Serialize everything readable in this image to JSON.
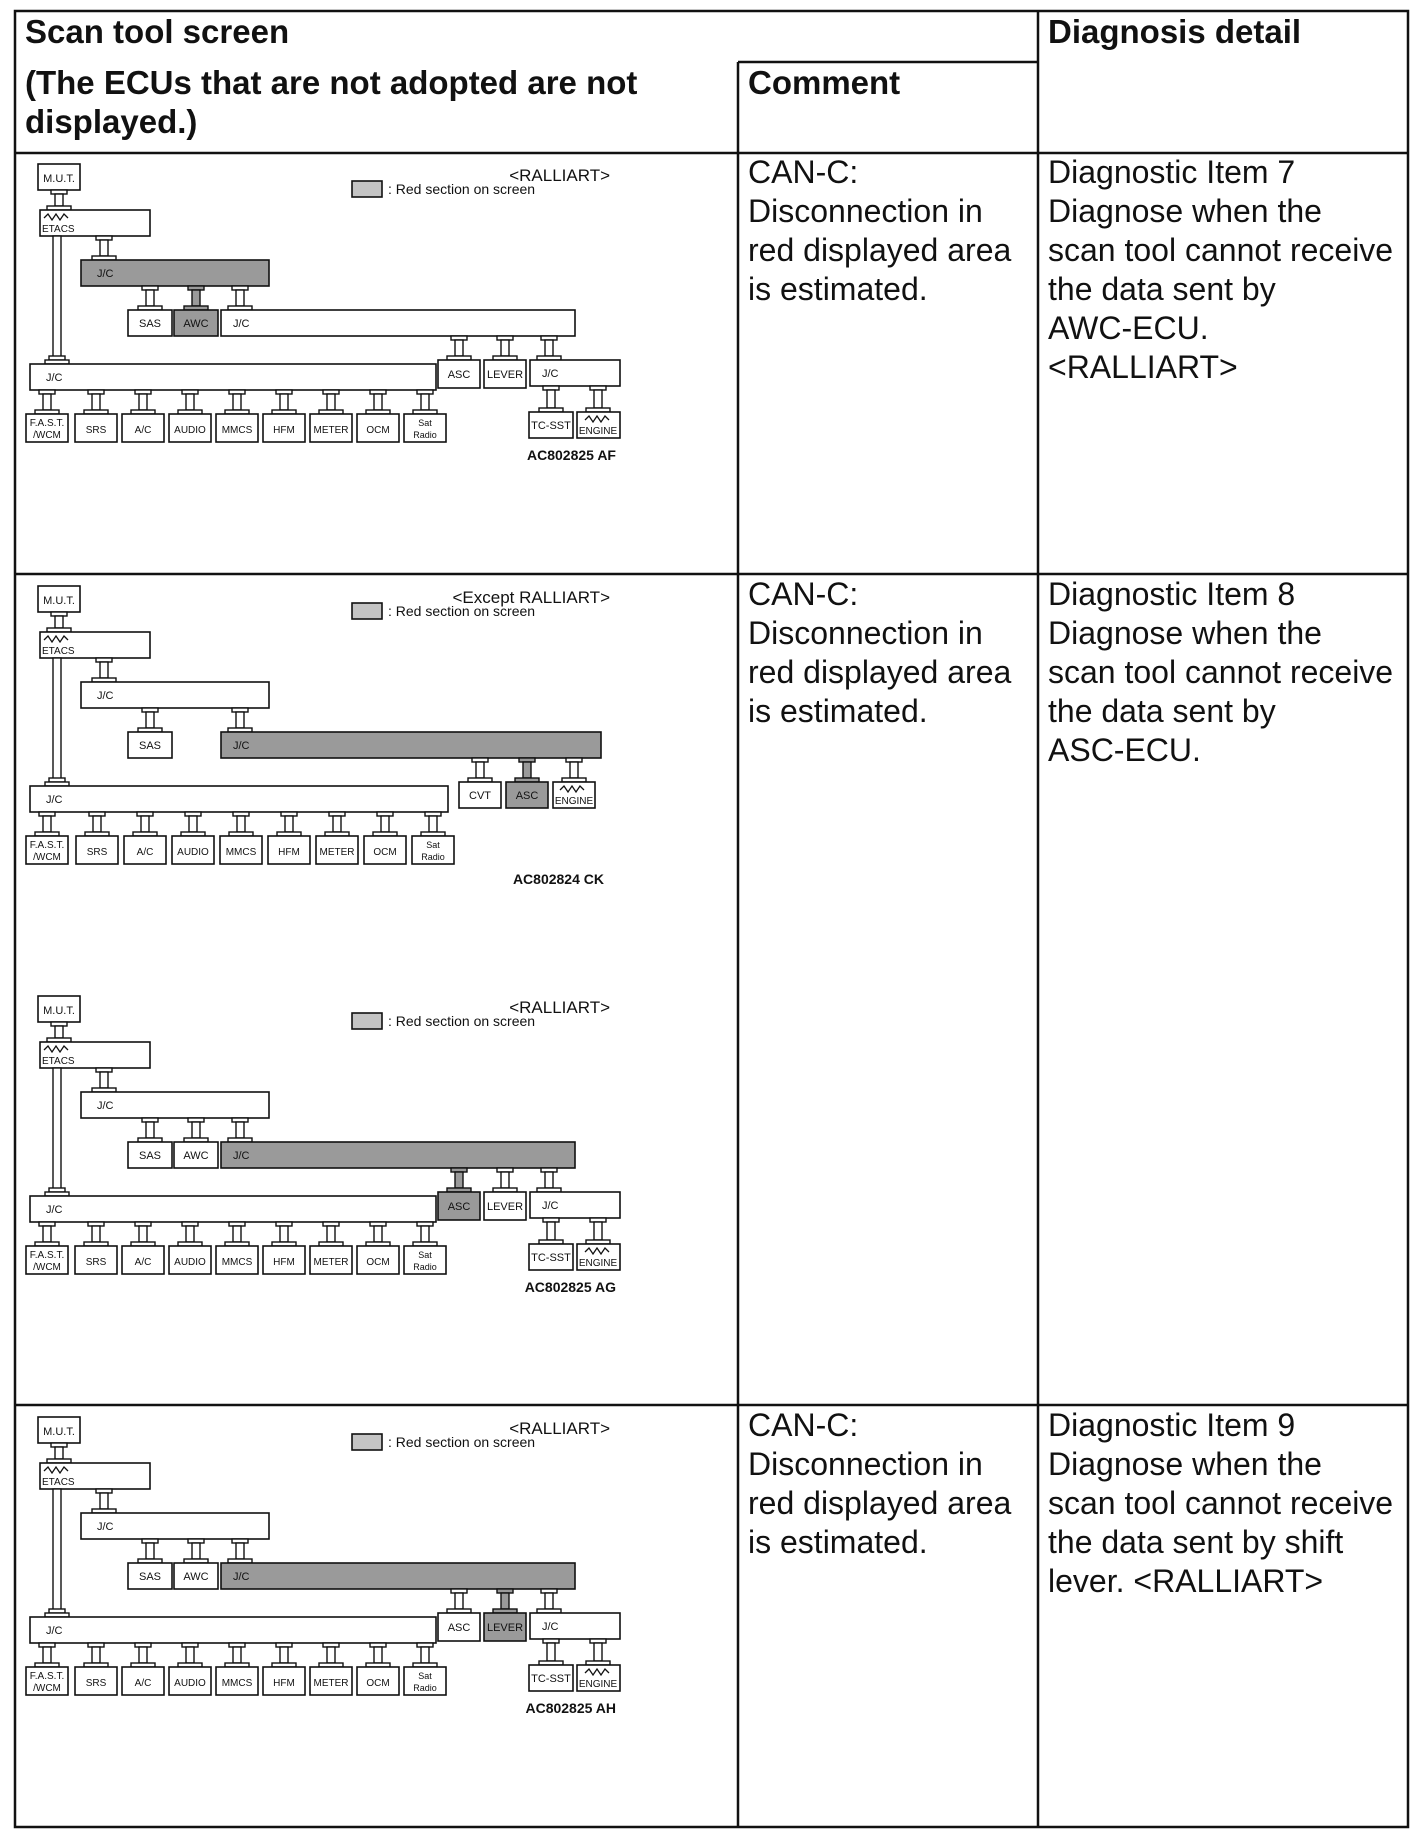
{
  "header": {
    "scan_tool_screen": "Scan tool screen",
    "ecu_note": "(The ECUs that are not adopted are not displayed.)",
    "comment": "Comment",
    "diagnosis_detail": "Diagnosis detail"
  },
  "labels": {
    "mut": "M.U.T.",
    "etacs": "ETACS",
    "jc": "J/C",
    "sas": "SAS",
    "awc": "AWC",
    "asc": "ASC",
    "lever": "LEVER",
    "cvt": "CVT",
    "tcsst": "TC-SST",
    "engine": "ENGINE",
    "fast1": "F.A.S.T.",
    "fast2": "/WCM",
    "srs": "SRS",
    "ac": "A/C",
    "audio": "AUDIO",
    "mmcs": "MMCS",
    "hfm": "HFM",
    "meter": "METER",
    "ocm": "OCM",
    "sat1": "Sat",
    "sat2": "Radio",
    "legend": ": Red section on screen"
  },
  "rows": [
    {
      "comment": [
        "CAN-C:",
        "Disconnection in",
        "red displayed area",
        "is estimated."
      ],
      "detail": [
        "Diagnostic Item 7",
        "Diagnose when the",
        "scan tool cannot receive",
        "the data sent by",
        "AWC-ECU.",
        "<RALLIART>"
      ]
    },
    {
      "comment": [
        "CAN-C:",
        "Disconnection in",
        "red displayed area",
        "is estimated."
      ],
      "detail": [
        "Diagnostic Item 8",
        "Diagnose when the",
        "scan tool cannot receive",
        "the data sent by",
        "ASC-ECU."
      ]
    },
    {
      "comment": [
        "CAN-C:",
        "Disconnection in",
        "red displayed area",
        "is estimated."
      ],
      "detail": [
        "Diagnostic Item 9",
        "Diagnose when the",
        "scan tool cannot receive",
        "the data sent by shift",
        "lever. <RALLIART>"
      ]
    }
  ],
  "diagrams": [
    {
      "variant": "<RALLIART>",
      "code": "AC802825 AF",
      "type": "ralliart",
      "highlight": [
        "jc_mid",
        "awc"
      ]
    },
    {
      "variant": "<Except RALLIART>",
      "code": "AC802824 CK",
      "type": "except",
      "highlight": [
        "jc_right",
        "asc"
      ]
    },
    {
      "variant": "<RALLIART>",
      "code": "AC802825 AG",
      "type": "ralliart",
      "highlight": [
        "jc_right",
        "asc"
      ]
    },
    {
      "variant": "<RALLIART>",
      "code": "AC802825 AH",
      "type": "ralliart",
      "highlight": [
        "jc_right",
        "lever"
      ]
    }
  ],
  "colors": {
    "highlight": "#9a9a9a",
    "legend_swatch": "#c4c4c4",
    "line": "#111111"
  }
}
